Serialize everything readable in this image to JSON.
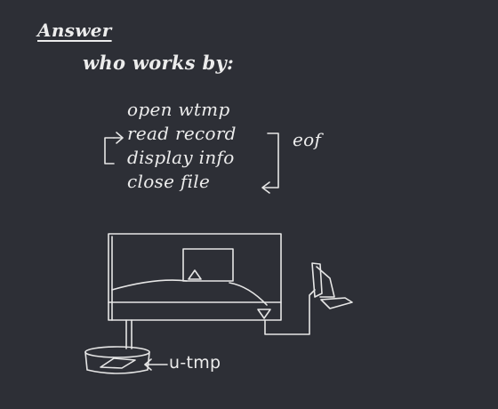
{
  "heading": "Answer",
  "subtitle": "who works by:",
  "steps": [
    "open wtmp",
    "read record",
    "display info",
    "close file"
  ],
  "loop_label": "eof",
  "file_label": "u-tmp",
  "ink_color": "#e6e6e6",
  "background_color": "#2d2f36"
}
